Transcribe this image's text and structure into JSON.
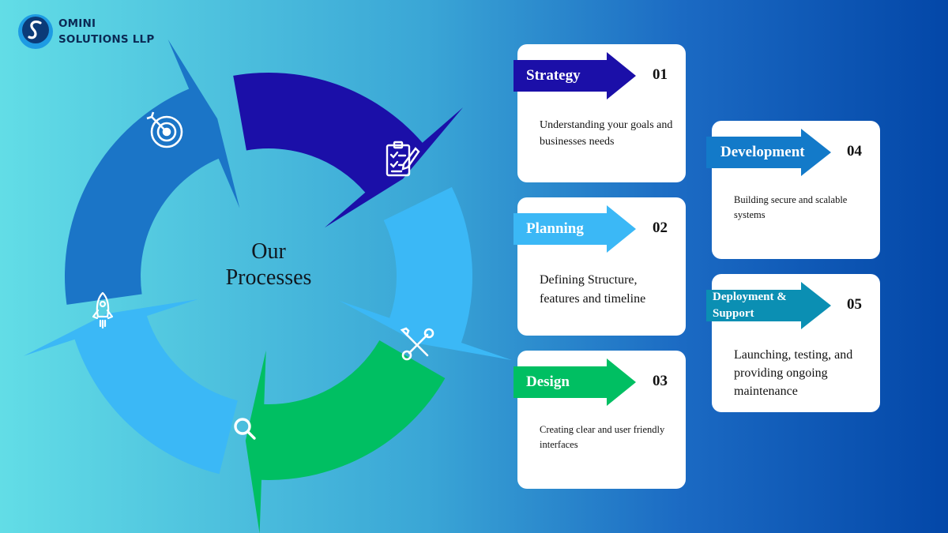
{
  "brand": {
    "line1": "OMINI",
    "line2": "SOLUTIONS LLP",
    "logo_glyph": "S"
  },
  "diagram": {
    "center_title_line1": "Our",
    "center_title_line2": "Processes",
    "segments": [
      {
        "icon": "target-icon",
        "color": "#1b75c7"
      },
      {
        "icon": "checklist-icon",
        "color": "#1b0fa8"
      },
      {
        "icon": "tools-icon",
        "color": "#3bb8f6"
      },
      {
        "icon": "search-icon",
        "color": "#00bf62"
      },
      {
        "icon": "rocket-icon",
        "color": "#3bb8f6"
      }
    ]
  },
  "steps": [
    {
      "title": "Strategy",
      "number": "01",
      "desc": "Understanding your goals and businesses needs",
      "color": "#1b0fa8"
    },
    {
      "title": "Planning",
      "number": "02",
      "desc": "Defining Structure, features and timeline",
      "color": "#3bb8f6"
    },
    {
      "title": "Design",
      "number": "03",
      "desc": "Creating clear and user friendly interfaces",
      "color": "#00bf62"
    },
    {
      "title": "Development",
      "number": "04",
      "desc": "Building secure and scalable systems",
      "color": "#137ac9"
    },
    {
      "title_line1": "Deployment &",
      "title_line2": "Support",
      "number": "05",
      "desc": "Launching, testing, and providing ongoing maintenance",
      "color": "#0b8fb3"
    }
  ]
}
